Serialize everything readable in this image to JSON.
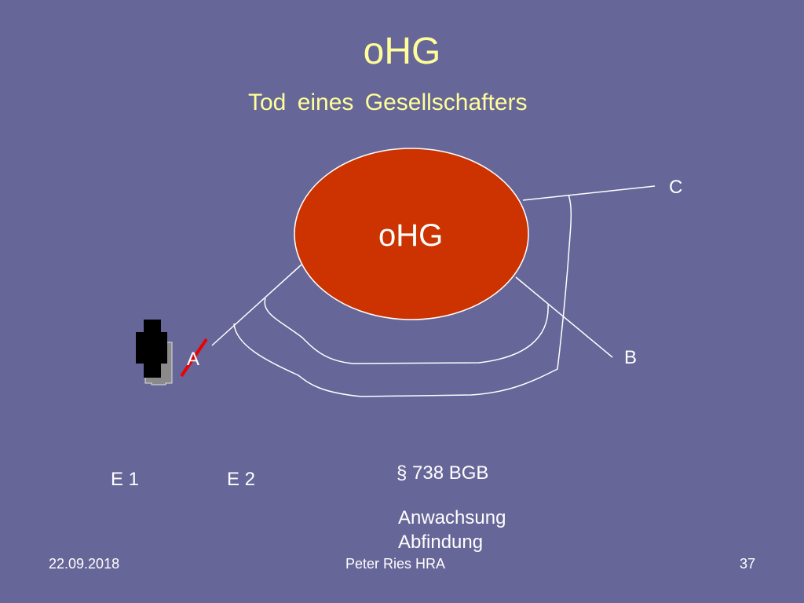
{
  "slide": {
    "title": "oHG",
    "subtitle": "Tod eines Gesellschafters"
  },
  "diagram": {
    "center_label": "oHG",
    "center_color": "#cc3300",
    "partners": {
      "a": "A",
      "b": "B",
      "c": "C"
    },
    "heirs": {
      "e1": "E 1",
      "e2": "E 2"
    },
    "legal_basis": "§ 738 BGB",
    "consequences": [
      "Anwachsung",
      "Abfindung"
    ]
  },
  "footer": {
    "date": "22.09.2018",
    "author": "Peter Ries HRA",
    "page": "37"
  }
}
